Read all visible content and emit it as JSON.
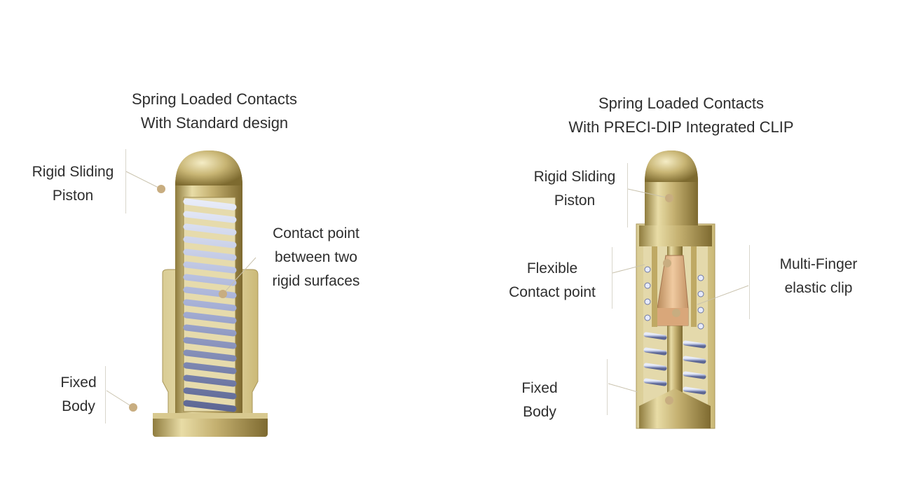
{
  "left_panel": {
    "title_line1": "Spring Loaded Contacts",
    "title_line2": "With Standard design",
    "labels": {
      "piston_line1": "Rigid Sliding",
      "piston_line2": "Piston",
      "contact_line1": "Contact point",
      "contact_line2": "between two",
      "contact_line3": "rigid surfaces",
      "body_line1": "Fixed",
      "body_line2": "Body"
    }
  },
  "right_panel": {
    "title_line1": "Spring Loaded Contacts",
    "title_line2": "With PRECI-DIP Integrated CLIP",
    "labels": {
      "piston_line1": "Rigid Sliding",
      "piston_line2": "Piston",
      "flex_line1": "Flexible",
      "flex_line2": "Contact point",
      "clip_line1": "Multi-Finger",
      "clip_line2": "elastic clip",
      "body_line1": "Fixed",
      "body_line2": "Body"
    }
  },
  "colors": {
    "gold": "#c9b77a",
    "gold_dark": "#8f7c3e",
    "spring": "#aab4d8",
    "copper": "#d8a878",
    "marker": "#c8ad80"
  }
}
